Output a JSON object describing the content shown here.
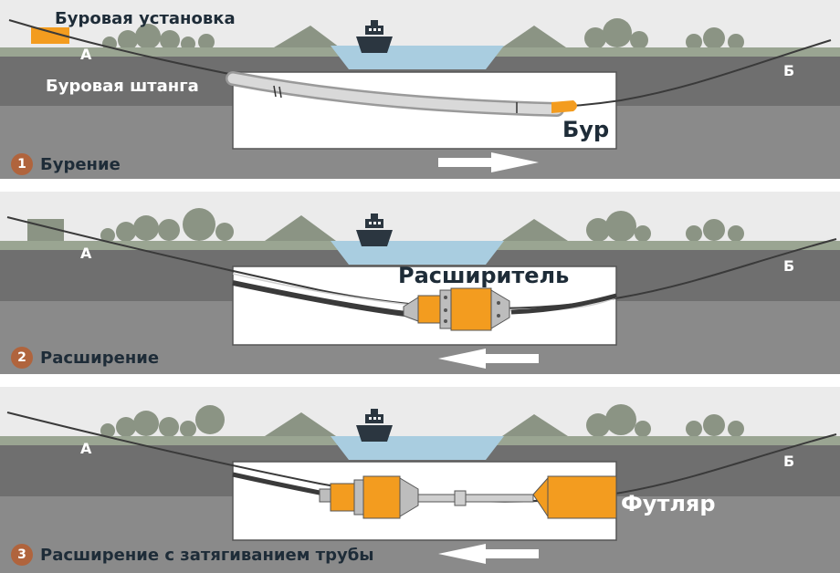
{
  "colors": {
    "sky": "#ebebeb",
    "grass": "#9aa592",
    "hills": "#8b9484",
    "soil_dark": "#6f6f6f",
    "soil_mid": "#8a8a8a",
    "soil_light": "#a6a6a6",
    "water": "#a9cde0",
    "orange": "#f39c1f",
    "ink": "#1e2c38",
    "step_circle": "#b0643d"
  },
  "panel1": {
    "rig_label": "Буровая установка",
    "point_a": "А",
    "point_b": "Б",
    "rod_label": "Буровая штанга",
    "bit_label": "Бур",
    "step_number": "1",
    "step_label": "Бурение",
    "arrow_direction": "right"
  },
  "panel2": {
    "point_a": "А",
    "point_b": "Б",
    "reamer_label": "Расширитель",
    "step_number": "2",
    "step_label": "Расширение",
    "arrow_direction": "left"
  },
  "panel3": {
    "point_a": "А",
    "point_b": "Б",
    "casing_label": "Футляр",
    "step_number": "3",
    "step_label": "Расширение с затягиванием трубы",
    "arrow_direction": "left"
  },
  "icons": {
    "ship": "ship-icon",
    "drill_rig": "drill-rig-icon",
    "arrow": "arrow-icon"
  }
}
